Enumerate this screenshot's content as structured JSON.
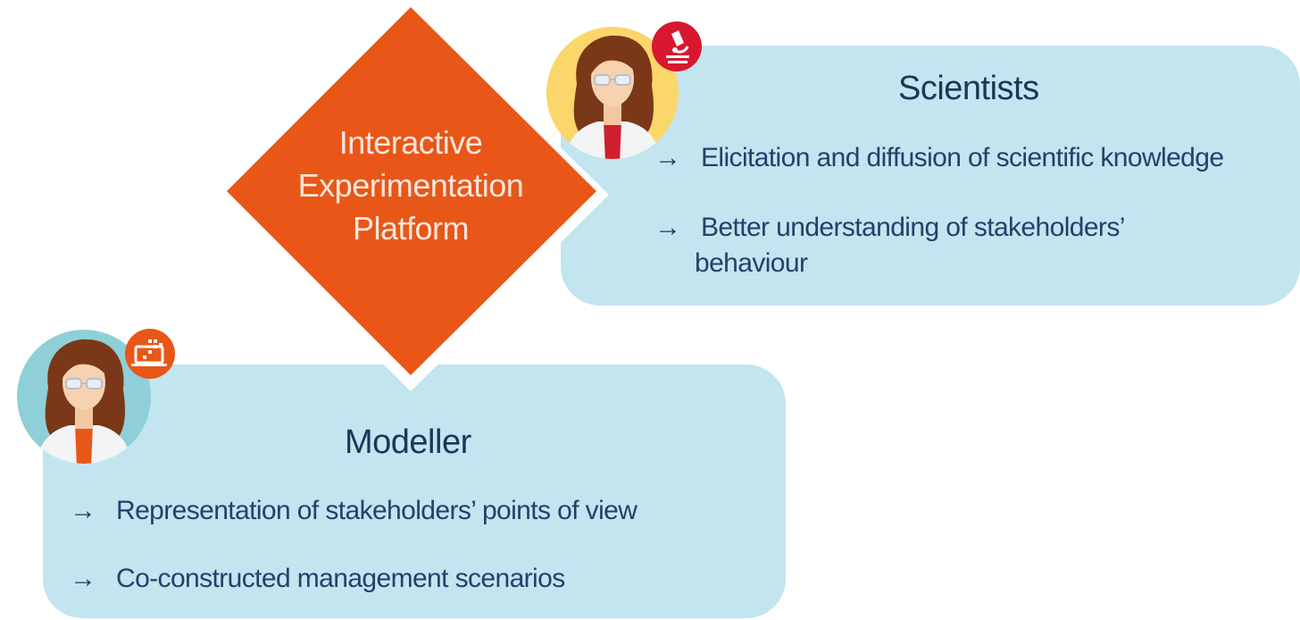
{
  "diagram": {
    "center": {
      "lines": [
        "Interactive",
        "Experimentation",
        "Platform"
      ]
    },
    "scientists": {
      "title": "Scientists",
      "bullets": [
        {
          "arrow": "→",
          "text": "Elicitation and diffusion of scientific knowledge"
        },
        {
          "arrow": "→",
          "text_line1": "Better understanding of stakeholders’",
          "text_line2": "behaviour"
        }
      ],
      "badge_icon": "microscope-icon"
    },
    "modeller": {
      "title": "Modeller",
      "bullets": [
        {
          "arrow": "→",
          "text": "Representation of stakeholders’ points of view"
        },
        {
          "arrow": "→",
          "text": "Co-constructed management scenarios"
        }
      ],
      "badge_icon": "laptop-icon"
    }
  },
  "colors": {
    "card": "#c2e5f0",
    "diamond": "#e85718",
    "title_text": "#1d3557",
    "scientist_avatar_bg": "#fbd66a",
    "modeller_avatar_bg": "#8fcfd7",
    "scientist_badge": "#d8182e",
    "modeller_badge": "#e85718"
  }
}
